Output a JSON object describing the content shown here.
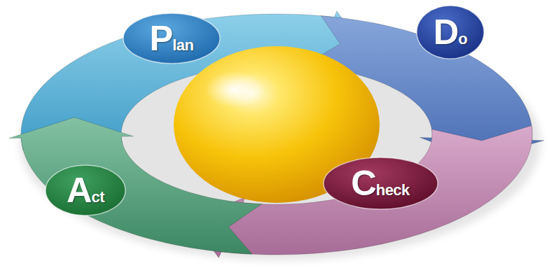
{
  "diagram": {
    "nodes": [
      {
        "text": [
          "Plan"
        ]
      },
      {
        "text": [
          "Do"
        ]
      },
      {
        "text": [
          "Check"
        ]
      },
      {
        "text": [
          "Act"
        ]
      }
    ],
    "edges": [
      {
        "from": 0,
        "to": 1,
        "arrow": "to"
      },
      {
        "from": 1,
        "to": 2,
        "arrow": "to"
      },
      {
        "from": 2,
        "to": 3,
        "arrow": "to"
      },
      {
        "from": 3,
        "to": 0,
        "arrow": "to"
      }
    ]
  }
}
